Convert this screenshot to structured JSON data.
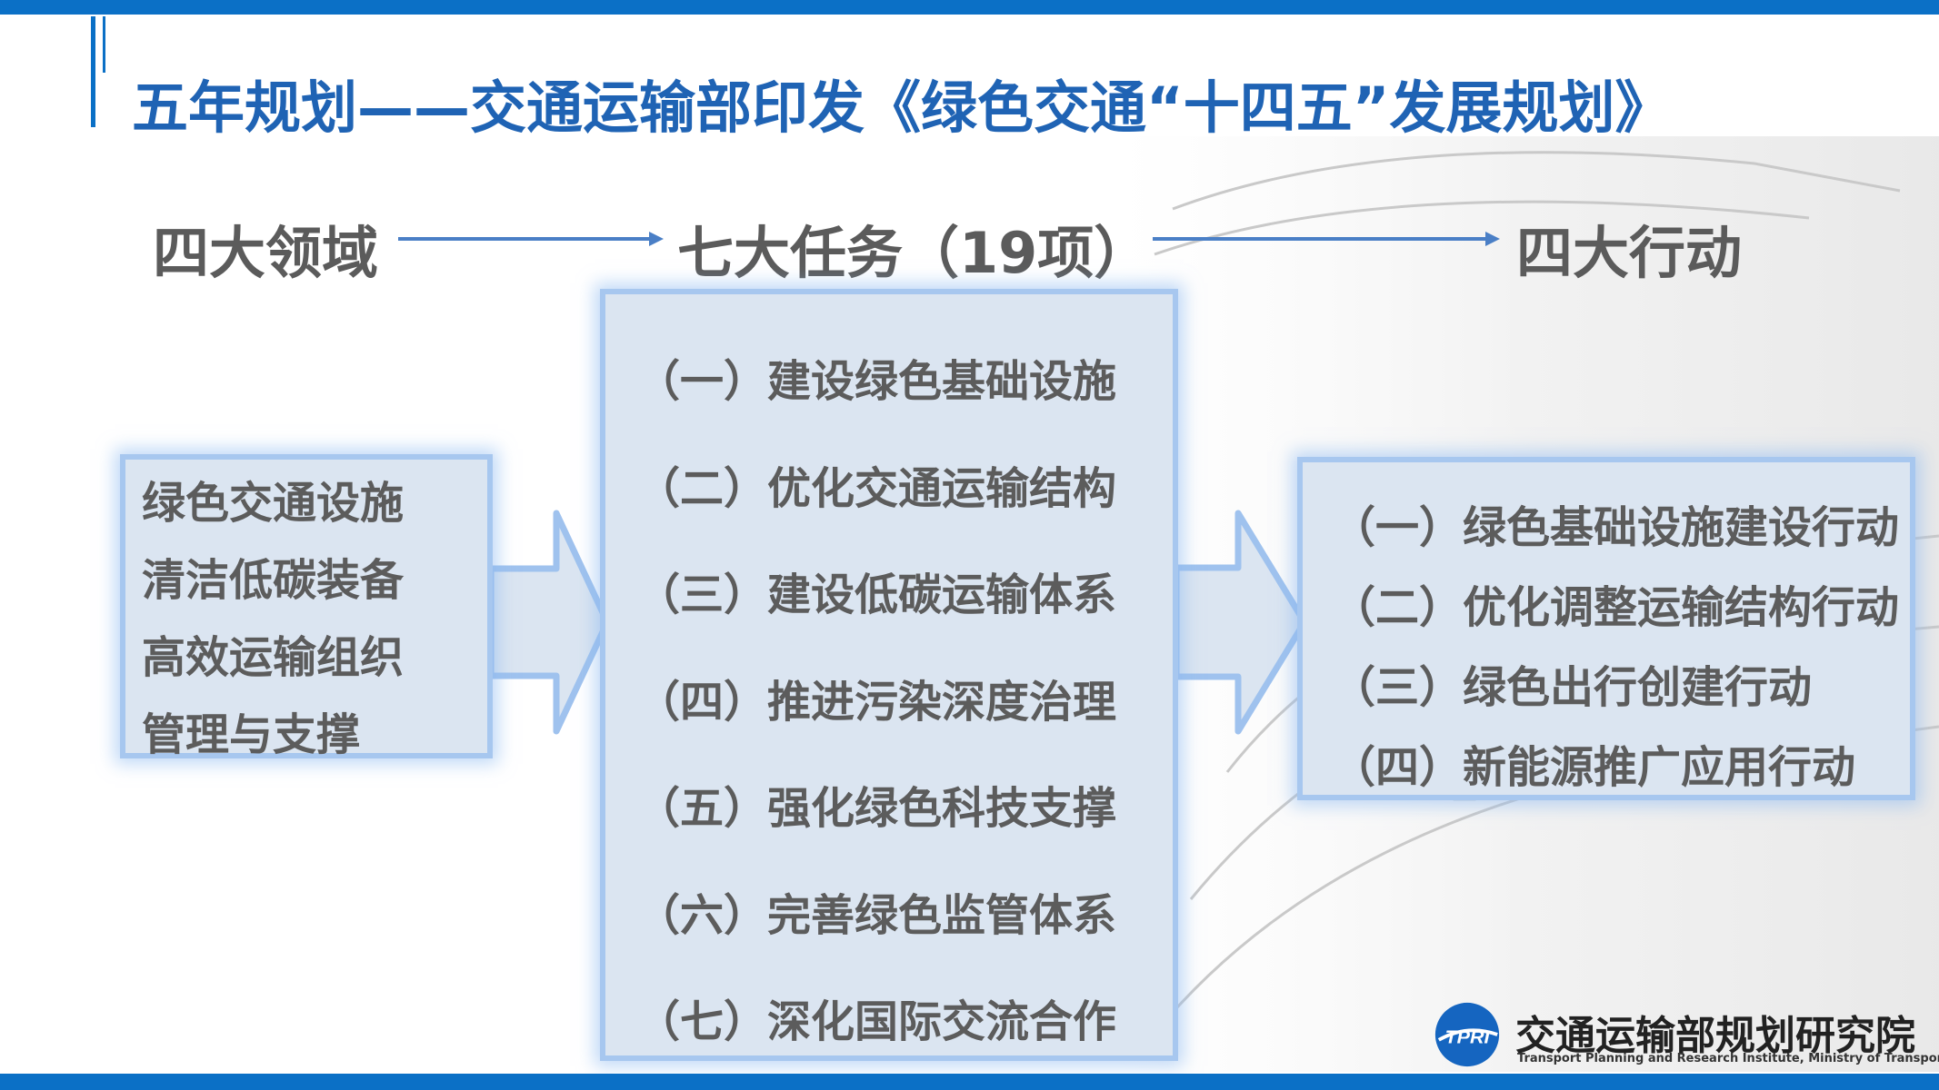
{
  "title": "五年规划——交通运输部印发《绿色交通“十四五”发展规划》",
  "headers": {
    "areas": "四大领域",
    "tasks": "七大任务（19项）",
    "actions": "四大行动"
  },
  "areas": [
    "绿色交通设施",
    "清洁低碳装备",
    "高效运输组织",
    "管理与支撑"
  ],
  "tasks": [
    "（一）建设绿色基础设施",
    "（二）优化交通运输结构",
    "（三）建设低碳运输体系",
    "（四）推进污染深度治理",
    "（五）强化绿色科技支撑",
    "（六）完善绿色监管体系",
    "（七）深化国际交流合作"
  ],
  "actions": [
    "（一）绿色基础设施建设行动",
    "（二）优化调整运输结构行动",
    "（三）绿色出行创建行动",
    "（四）新能源推广应用行动"
  ],
  "logo": {
    "cn": "交通运输部规划研究院",
    "en": "Transport Planning and Research Institute, Ministry of Transport",
    "mark": "TPRI"
  },
  "colors": {
    "brand_blue": "#0b70c6",
    "title_blue": "#1f63b4",
    "box_fill": "#dbe5f1",
    "box_border": "#a7c7ef",
    "text_gray": "#5c5c5c"
  }
}
